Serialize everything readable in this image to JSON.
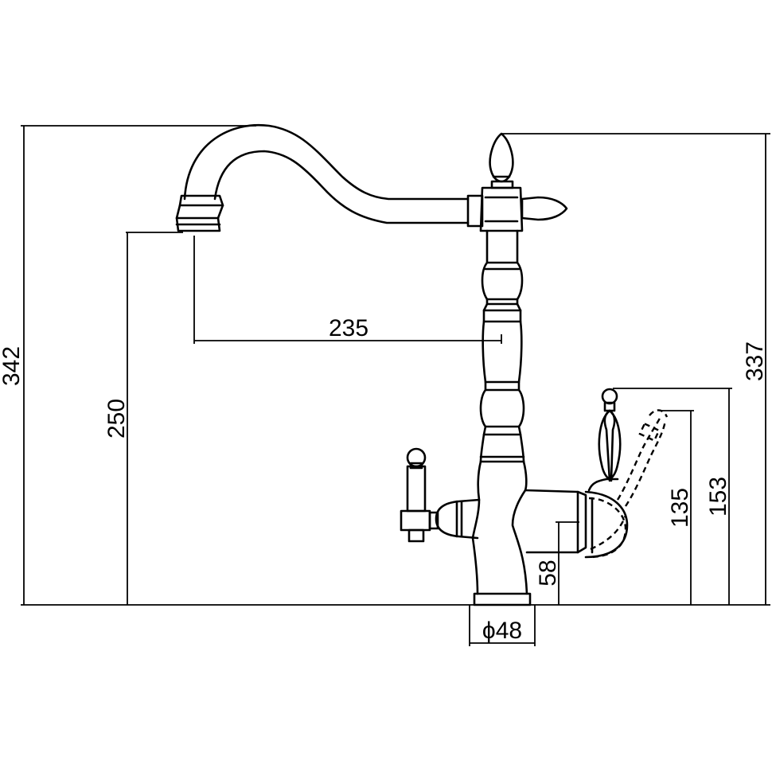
{
  "dimensions": {
    "total_height": "342",
    "body_height": "337",
    "spout_height": "250",
    "spout_reach": "235",
    "lever_height": "153",
    "lever_tip_height": "135",
    "outlet_height": "58",
    "base_diameter": "ϕ48"
  }
}
